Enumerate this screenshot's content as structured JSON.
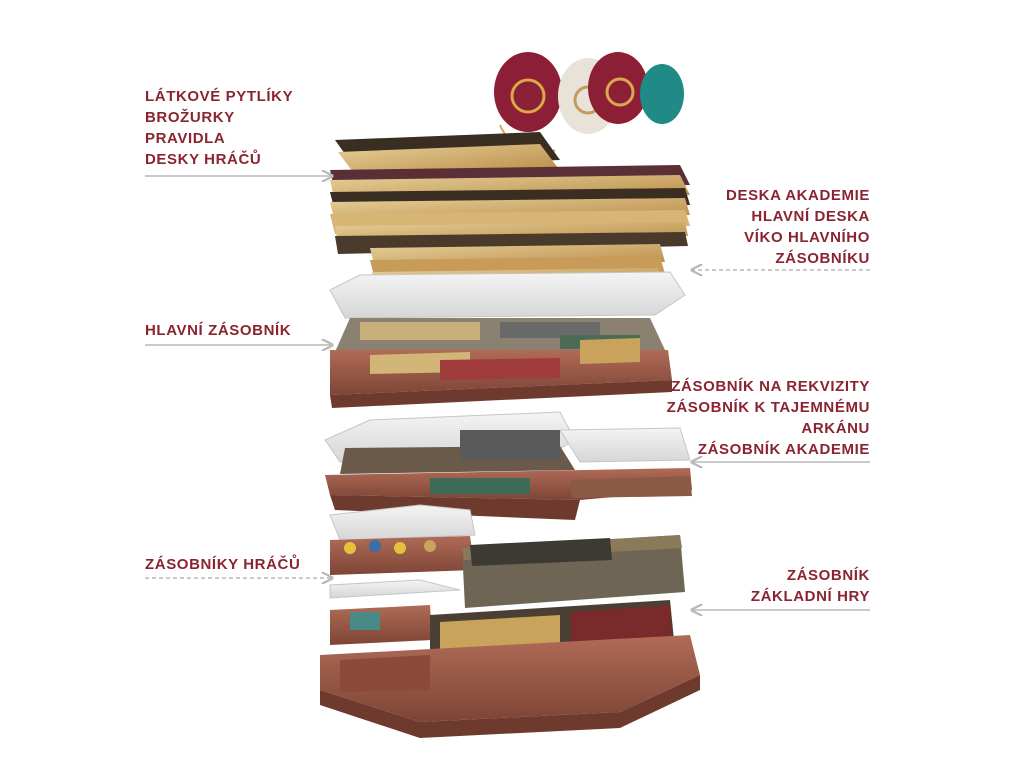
{
  "labels": {
    "left": {
      "bags_group": {
        "line1": "LÁTKOVÉ PYTLÍKY",
        "line2": "BROŽURKY",
        "line3": "PRAVIDLA",
        "line4": "DESKY HRÁČŮ"
      },
      "main_tray": "HLAVNÍ ZÁSOBNÍK",
      "player_trays": "ZÁSOBNÍKY HRÁČŮ"
    },
    "right": {
      "boards_group": {
        "line1": "DESKA AKADEMIE",
        "line2": "HLAVNÍ DESKA",
        "line3": "VÍKO HLAVNÍHO",
        "line4": "ZÁSOBNÍKU"
      },
      "trays_group": {
        "line1": "ZÁSOBNÍK NA REKVIZITY",
        "line2": "ZÁSOBNÍK K TAJEMNÉMU",
        "line3": "ARKÁNU",
        "line4": "ZÁSOBNÍK AKADEMIE"
      },
      "base_tray": {
        "line1": "ZÁSOBNÍK",
        "line2": "ZÁKLADNÍ HRY"
      }
    }
  },
  "colors": {
    "label_text": "#8a2431",
    "arrow": "#b8b8b8",
    "tray_brown": "#9c5a48",
    "tray_brown_dark": "#6e3a2e",
    "board_gold": "#c9a35c",
    "bag_red": "#8c1f35",
    "bag_white": "#e8e2d8",
    "bag_teal": "#1f8a86"
  }
}
